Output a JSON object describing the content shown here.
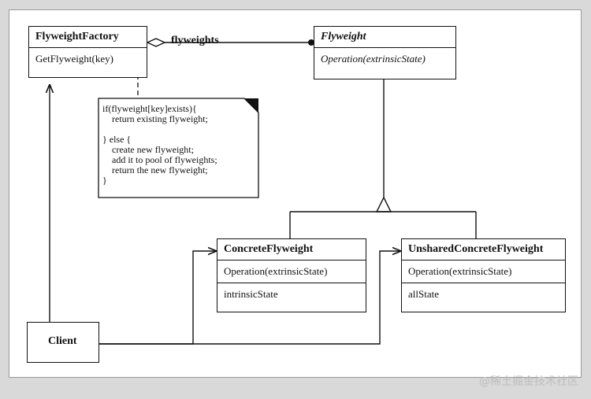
{
  "diagram": {
    "association_label": "flyweights",
    "classes": {
      "flyweight_factory": {
        "name": "FlyweightFactory",
        "operations": [
          "GetFlyweight(key)"
        ]
      },
      "flyweight": {
        "name": "Flyweight",
        "operations": [
          "Operation(extrinsicState)"
        ]
      },
      "concrete_flyweight": {
        "name": "ConcreteFlyweight",
        "operations": [
          "Operation(extrinsicState)"
        ],
        "attributes": [
          "intrinsicState"
        ]
      },
      "unshared_concrete_flyweight": {
        "name": "UnsharedConcreteFlyweight",
        "operations": [
          "Operation(extrinsicState)"
        ],
        "attributes": [
          "allState"
        ]
      },
      "client": {
        "name": "Client"
      }
    },
    "note": {
      "lines": [
        "if(flyweight[key]exists){",
        "    return existing flyweight;",
        "",
        "} else {",
        "    create new flyweight;",
        "    add it to pool of flyweights;",
        "    return the new flyweight;",
        "}"
      ]
    }
  },
  "watermark": "@稀土掘金技术社区",
  "colors": {
    "line": "#111111",
    "background": "#ffffff",
    "frame": "#d9d9d9"
  }
}
